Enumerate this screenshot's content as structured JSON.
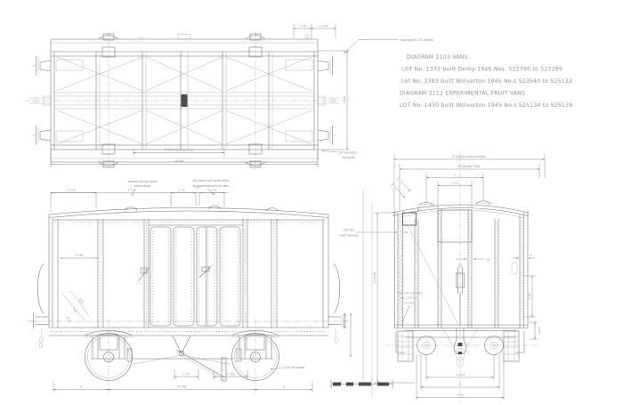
{
  "colors": {
    "line": "#6e6e6e",
    "dim": "#828282",
    "text": "#8f8f8f",
    "paper": "#ffffff",
    "pencil": "#c0c0c0"
  },
  "header_note": {
    "buffers": "long type R.C.H. buffers"
  },
  "lot_block": {
    "line1": "DIAGRAM 2103 VANS.",
    "line2": "LOT No. 1372 built Derby 1946 Nos. 522790 to 523289",
    "line3": "Lot No. 1383 built Wolverton 1945 No.s 523540 to 525133",
    "line4": "DIAGRAM 2112 EXPERIMENTAL FRUIT VANS",
    "line5": "LOT No. 1430 built Wolverton 1945 No.s 525134 to 525139"
  },
  "plan": {
    "dim_a": "1 7/8",
    "dim_b": "1 13/16",
    "dim_width": "5 7/16",
    "dim_door": "4 9/16 door opening",
    "dim_overall": "14 5/8"
  },
  "side": {
    "note_vents_1": "position of roof vents",
    "note_vents_2": "where fitted",
    "note_extra_1": "four extra roof vents fitted",
    "note_extra_2": "to experimental fruit vans",
    "note_ply_1": "1/4\" ply sides",
    "note_ply_2": "and ends",
    "dim_1": "3 13/32",
    "dim_2": "4 7/32",
    "dim_3": "1 7/8",
    "dim_4": "1/4",
    "dim_5": "1 7/8",
    "dim_panel": "3 1/8",
    "dim_left": "4",
    "dim_wheelbase": "10 5/8",
    "dim_right": "4",
    "dim_brake_1": "1 3/4",
    "dim_brake_2": "2 7/16",
    "wheel_note": "1 3/4\" dia wheel",
    "pencil": "2 4 9"
  },
  "end": {
    "note_roof_1": "1/4\" ply",
    "note_roof_2": "roof covering",
    "note_floor_1": "floor laid over joists",
    "note_floor_2": "with 1/16\" ply",
    "note_floor_3": "covering",
    "dim_handles": "9 1/2 over door handles",
    "dim_ends": "9 1/8 over ends",
    "dim_vents": "4",
    "dim_panel": "2 5/8",
    "dim_strap": "5/8",
    "dim_half": "1/2",
    "dim_138": "1 3/8",
    "dim_1316": "13/16",
    "dim_height": "11 11/16",
    "dim_b1": "4 11/16",
    "dim_b2": "5",
    "dim_b3": "4 3/8",
    "dim_516": "5/16",
    "dim_18": "1/8",
    "dim_14": "1/4"
  }
}
